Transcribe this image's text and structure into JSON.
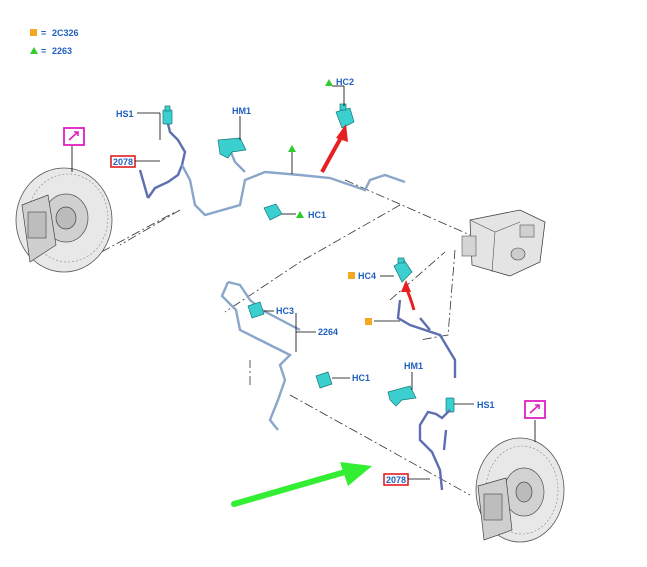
{
  "legend": {
    "items": [
      {
        "shape": "square",
        "color": "#f5a623",
        "separator": "=",
        "code": "2C326"
      },
      {
        "shape": "triangle",
        "color": "#2ecc2e",
        "separator": "=",
        "code": "2263"
      }
    ]
  },
  "labels": {
    "hs1_top": "HS1",
    "hm1_top": "HM1",
    "hc2": "HC2",
    "part_2078_top": "2078",
    "hc1_top": "HC1",
    "hc4": "HC4",
    "hc3": "HC3",
    "part_2264": "2264",
    "hc1_bottom": "HC1",
    "hm1_bottom": "HM1",
    "hs1_bottom": "HS1",
    "part_2078_bottom": "2078"
  },
  "colors": {
    "label_blue": "#1f5fbf",
    "highlight_red": "#e02020",
    "magenta_icon": "#e020c0",
    "arrow_green": "#33ee33",
    "arrow_red": "#e62020",
    "connector_teal": "#3ccfcf",
    "line_purple": "#5d6fb0"
  },
  "icons": [
    "see-detail-icon-top",
    "see-detail-icon-bottom"
  ]
}
